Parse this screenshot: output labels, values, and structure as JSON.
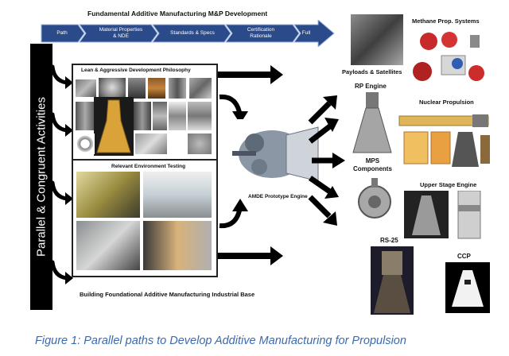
{
  "header_title": "Fundamental Additive Manufacturing M&P Development",
  "steps": [
    "Path",
    "Material Properties\n& NDE",
    "Standards & Specs",
    "Certification\nRationale",
    "Full"
  ],
  "vertical_label": "Parallel & Congruent Activities",
  "panel_top_title": "Lean & Aggressive Development Philosophy",
  "panel_bottom_title": "Relevant Environment Testing",
  "center_label": "AMDE Prototype Engine",
  "bottom_label": "Building Foundational Additive Manufacturing Industrial Base",
  "outputs": {
    "payloads": "Payloads & Satellites",
    "methane": "Methane Prop. Systems",
    "rp_engine": "RP Engine",
    "nuclear": "Nuclear Propulsion",
    "mps": "MPS\nComponents",
    "upper_stage": "Upper Stage Engine",
    "rs25": "RS-25",
    "ccp": "CCP"
  },
  "caption": "Figure 1:  Parallel paths to Develop Additive Manufacturing for Propulsion",
  "colors": {
    "band": "#2a4a8a",
    "band_stroke": "#9bb3dd",
    "vertical_bar": "#000000",
    "caption": "#3a6ab0"
  }
}
